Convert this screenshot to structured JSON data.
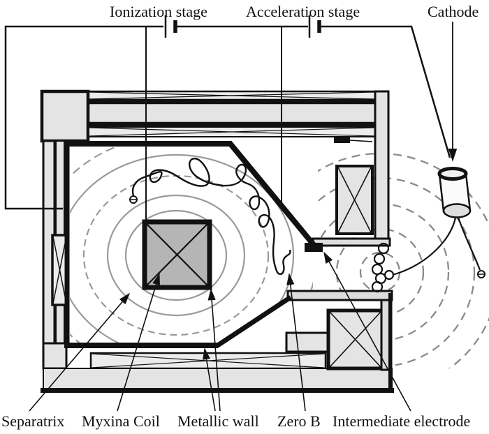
{
  "figure_type": "plasma-thruster-schematic",
  "labels": {
    "top": {
      "ionization": "Ionization stage",
      "acceleration": "Acceleration stage",
      "cathode": "Cathode"
    },
    "bottom": {
      "separatrix": "Separatrix",
      "myxina_coil": "Myxina Coil",
      "metallic_wall": "Metallic wall",
      "zero_b": "Zero B",
      "intermediate_electrode": "Intermediate electrode"
    }
  },
  "icons": {
    "battery_icon": "two-plate battery symbol (long thin + short thick plate)",
    "electron_icon": "small circle with horizontal bar",
    "arrowhead_icon": "filled triangle pointer",
    "coil_cross_section_icon": "rectangle with X cross",
    "cathode_cylinder_icon": "tilted hollow cylinder"
  },
  "colors": {
    "bg": "#ffffff",
    "ink": "#111111",
    "structure_fill": "#e4e4e4",
    "bar_fill": "#ececec",
    "coil_fill": "#b5b5b5",
    "field_line": "#9a9a9a",
    "plume_line": "#8a8a8a"
  }
}
